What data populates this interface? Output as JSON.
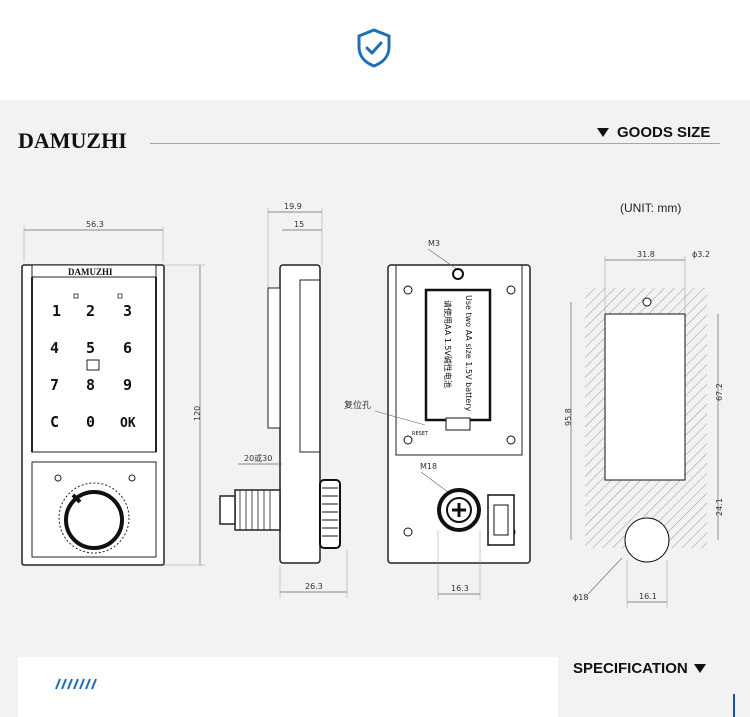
{
  "header": {
    "badge_icon": "shield-check-icon",
    "accent": "#1e6fb5"
  },
  "section": {
    "brand": "DAMUZHI",
    "title": "GOODS SIZE",
    "unit": "(UNIT:  mm)"
  },
  "device": {
    "brand": "DAMUZHI",
    "keys": [
      "1",
      "2",
      "3",
      "4",
      "5",
      "6",
      "7",
      "8",
      "9",
      "C",
      "0",
      "OK"
    ],
    "battery_cn": "请使用AA 1.5V碱性电池",
    "battery_en": "Use two AA size 1.5V battery",
    "reset_cn": "复位孔",
    "reset_en": "RESET"
  },
  "dimensions": {
    "front_width": "56.3",
    "height": "120",
    "side_depth_total": "19.9",
    "side_depth": "15",
    "cam_length": "20或30",
    "side_bottom": "26.3",
    "back_screw": "M3",
    "back_cam": "M18",
    "back_bottom": "16.3",
    "cut_width": "31.8",
    "cut_hole": "ϕ3.2",
    "cut_height": "95.8",
    "cut_rect": "67.2",
    "cut_gap": "24.1",
    "cut_dia": "ϕ18",
    "cut_flat": "16.1"
  },
  "footer": {
    "title": "SPECIFICATION",
    "accent": "#1e4ea8"
  }
}
